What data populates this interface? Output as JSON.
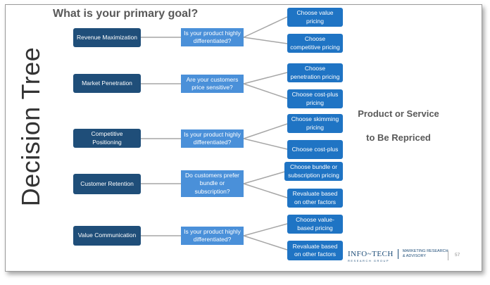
{
  "title": "Decision Tree",
  "question": "What  is your primary goal?",
  "side_text": [
    "Product or Service",
    "to Be Repriced"
  ],
  "rows": [
    {
      "goal": "Revenue Maximization",
      "question": "Is your product highly differentiated?",
      "options": [
        "Choose value pricing",
        "Choose competitive pricing"
      ]
    },
    {
      "goal": "Market Penetration",
      "question": "Are your customers price sensitive?",
      "options": [
        "Choose penetration pricing",
        "Choose cost-plus pricing"
      ]
    },
    {
      "goal": "Competitive Positioning",
      "question": "Is your product highly differentiated?",
      "options": [
        "Choose skimming pricing",
        "Choose cost-plus"
      ]
    },
    {
      "goal": "Customer Retention",
      "question": "Do customers prefer bundle or subscription?",
      "options": [
        "Choose bundle or subscription pricing",
        "Revaluate based on other factors"
      ]
    },
    {
      "goal": "Value Communication",
      "question": "Is your product highly differentiated?",
      "options": [
        "Choose value-based pricing",
        "Revaluate based on other factors"
      ]
    }
  ],
  "logo": {
    "name": "INFO~TECH",
    "tagline": "RESEARCH GROUP",
    "division": [
      "MARKETING RESEARCH",
      "& ADVISORY"
    ]
  },
  "page_number": "57",
  "colors": {
    "goal": "#1f4e79",
    "question": "#4a90d9",
    "option": "#1f74c4",
    "line": "#a6a6a6"
  }
}
